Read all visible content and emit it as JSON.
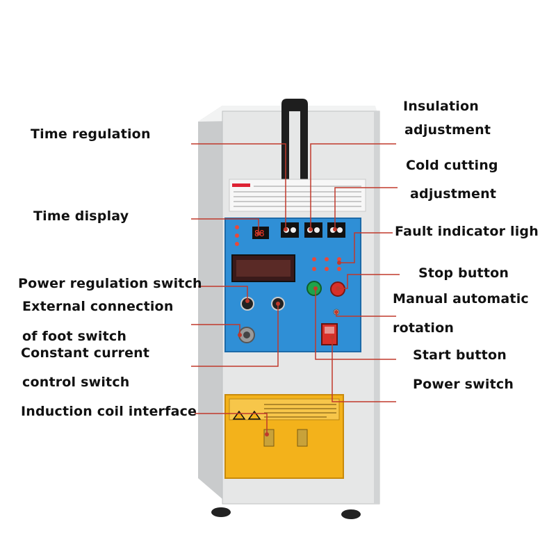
{
  "labels": {
    "time_regulation": "Time regulation",
    "time_display": "Time display",
    "power_regulation_switch": "Power regulation switch",
    "external_connection_1": "External connection",
    "external_connection_2": "of foot switch",
    "constant_current_1": "Constant current",
    "constant_current_2": "control switch",
    "induction_coil_interface": "Induction coil interface",
    "insulation_1": "Insulation",
    "insulation_2": "adjustment",
    "cold_cutting_1": "Cold cutting",
    "cold_cutting_2": "adjustment",
    "fault_indicator": "Fault indicator ligh",
    "stop_button": "Stop button",
    "manual_auto_1": "Manual automatic",
    "manual_auto_2": "rotation",
    "start_button": "Start button",
    "power_switch": "Power switch"
  },
  "colors": {
    "leader_line": "#c0392b",
    "cabinet": "#e9eaea",
    "panel_blue": "#2f8fd6",
    "coil_panel": "#f3b21b"
  }
}
